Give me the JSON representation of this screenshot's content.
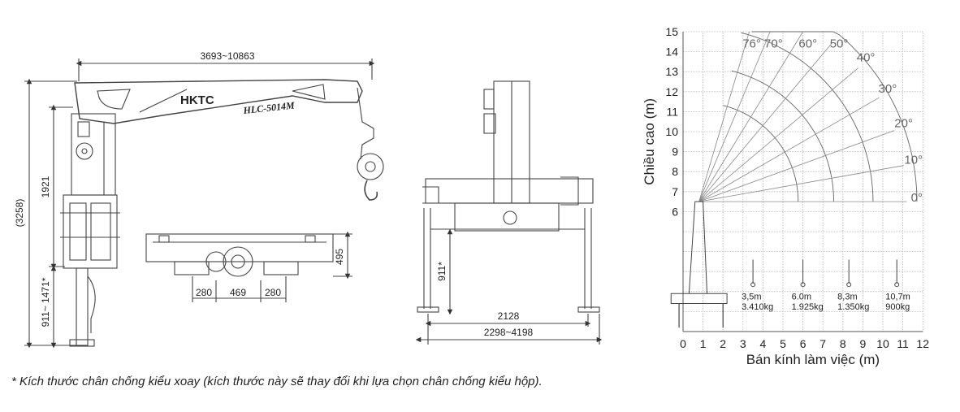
{
  "side_view": {
    "boom_length_label": "3693~10863",
    "total_height_label": "(3258)",
    "column_height_label": "1921",
    "outrigger_height_label": "911~ 1471*",
    "logo_text": "HKTC",
    "model_text": "HLC-5014M"
  },
  "top_view": {
    "dims": [
      "280",
      "469",
      "280"
    ],
    "height_label": "495"
  },
  "front_view": {
    "height_label": "911*",
    "width_label": "2128",
    "span_label": "2298~4198"
  },
  "chart_data": {
    "type": "line",
    "title": "",
    "xlabel": "Bán kính làm việc (m)",
    "ylabel": "Chiều cao (m)",
    "xlim": [
      0,
      12
    ],
    "ylim": [
      0,
      15
    ],
    "x_ticks": [
      "0",
      "1",
      "2",
      "3",
      "4",
      "5",
      "6",
      "7",
      "8",
      "9",
      "10",
      "11",
      "12"
    ],
    "y_ticks": [
      "6",
      "7",
      "8",
      "9",
      "10",
      "11",
      "12",
      "13",
      "14",
      "15"
    ],
    "grid": true,
    "angle_lines": [
      {
        "label": "76°",
        "angle": 76
      },
      {
        "label": "70°",
        "angle": 70
      },
      {
        "label": "60°",
        "angle": 60
      },
      {
        "label": "50°",
        "angle": 50
      },
      {
        "label": "40°",
        "angle": 40
      },
      {
        "label": "30°",
        "angle": 30
      },
      {
        "label": "20°",
        "angle": 20
      },
      {
        "label": "10°",
        "angle": 10
      },
      {
        "label": "0°",
        "angle": 0
      }
    ],
    "load_points": [
      {
        "radius_label": "3,5m",
        "load_label": "3.410kg",
        "x": 3.5
      },
      {
        "radius_label": "6.0m",
        "load_label": "1.925kg",
        "x": 6.0
      },
      {
        "radius_label": "8,3m",
        "load_label": "1.350kg",
        "x": 8.3
      },
      {
        "radius_label": "10,7m",
        "load_label": "900kg",
        "x": 10.7
      }
    ]
  },
  "footnote": "* Kích thước chân chống kiểu xoay (kích thước này sẽ thay đổi khi lựa chọn chân chống kiểu hộp)."
}
